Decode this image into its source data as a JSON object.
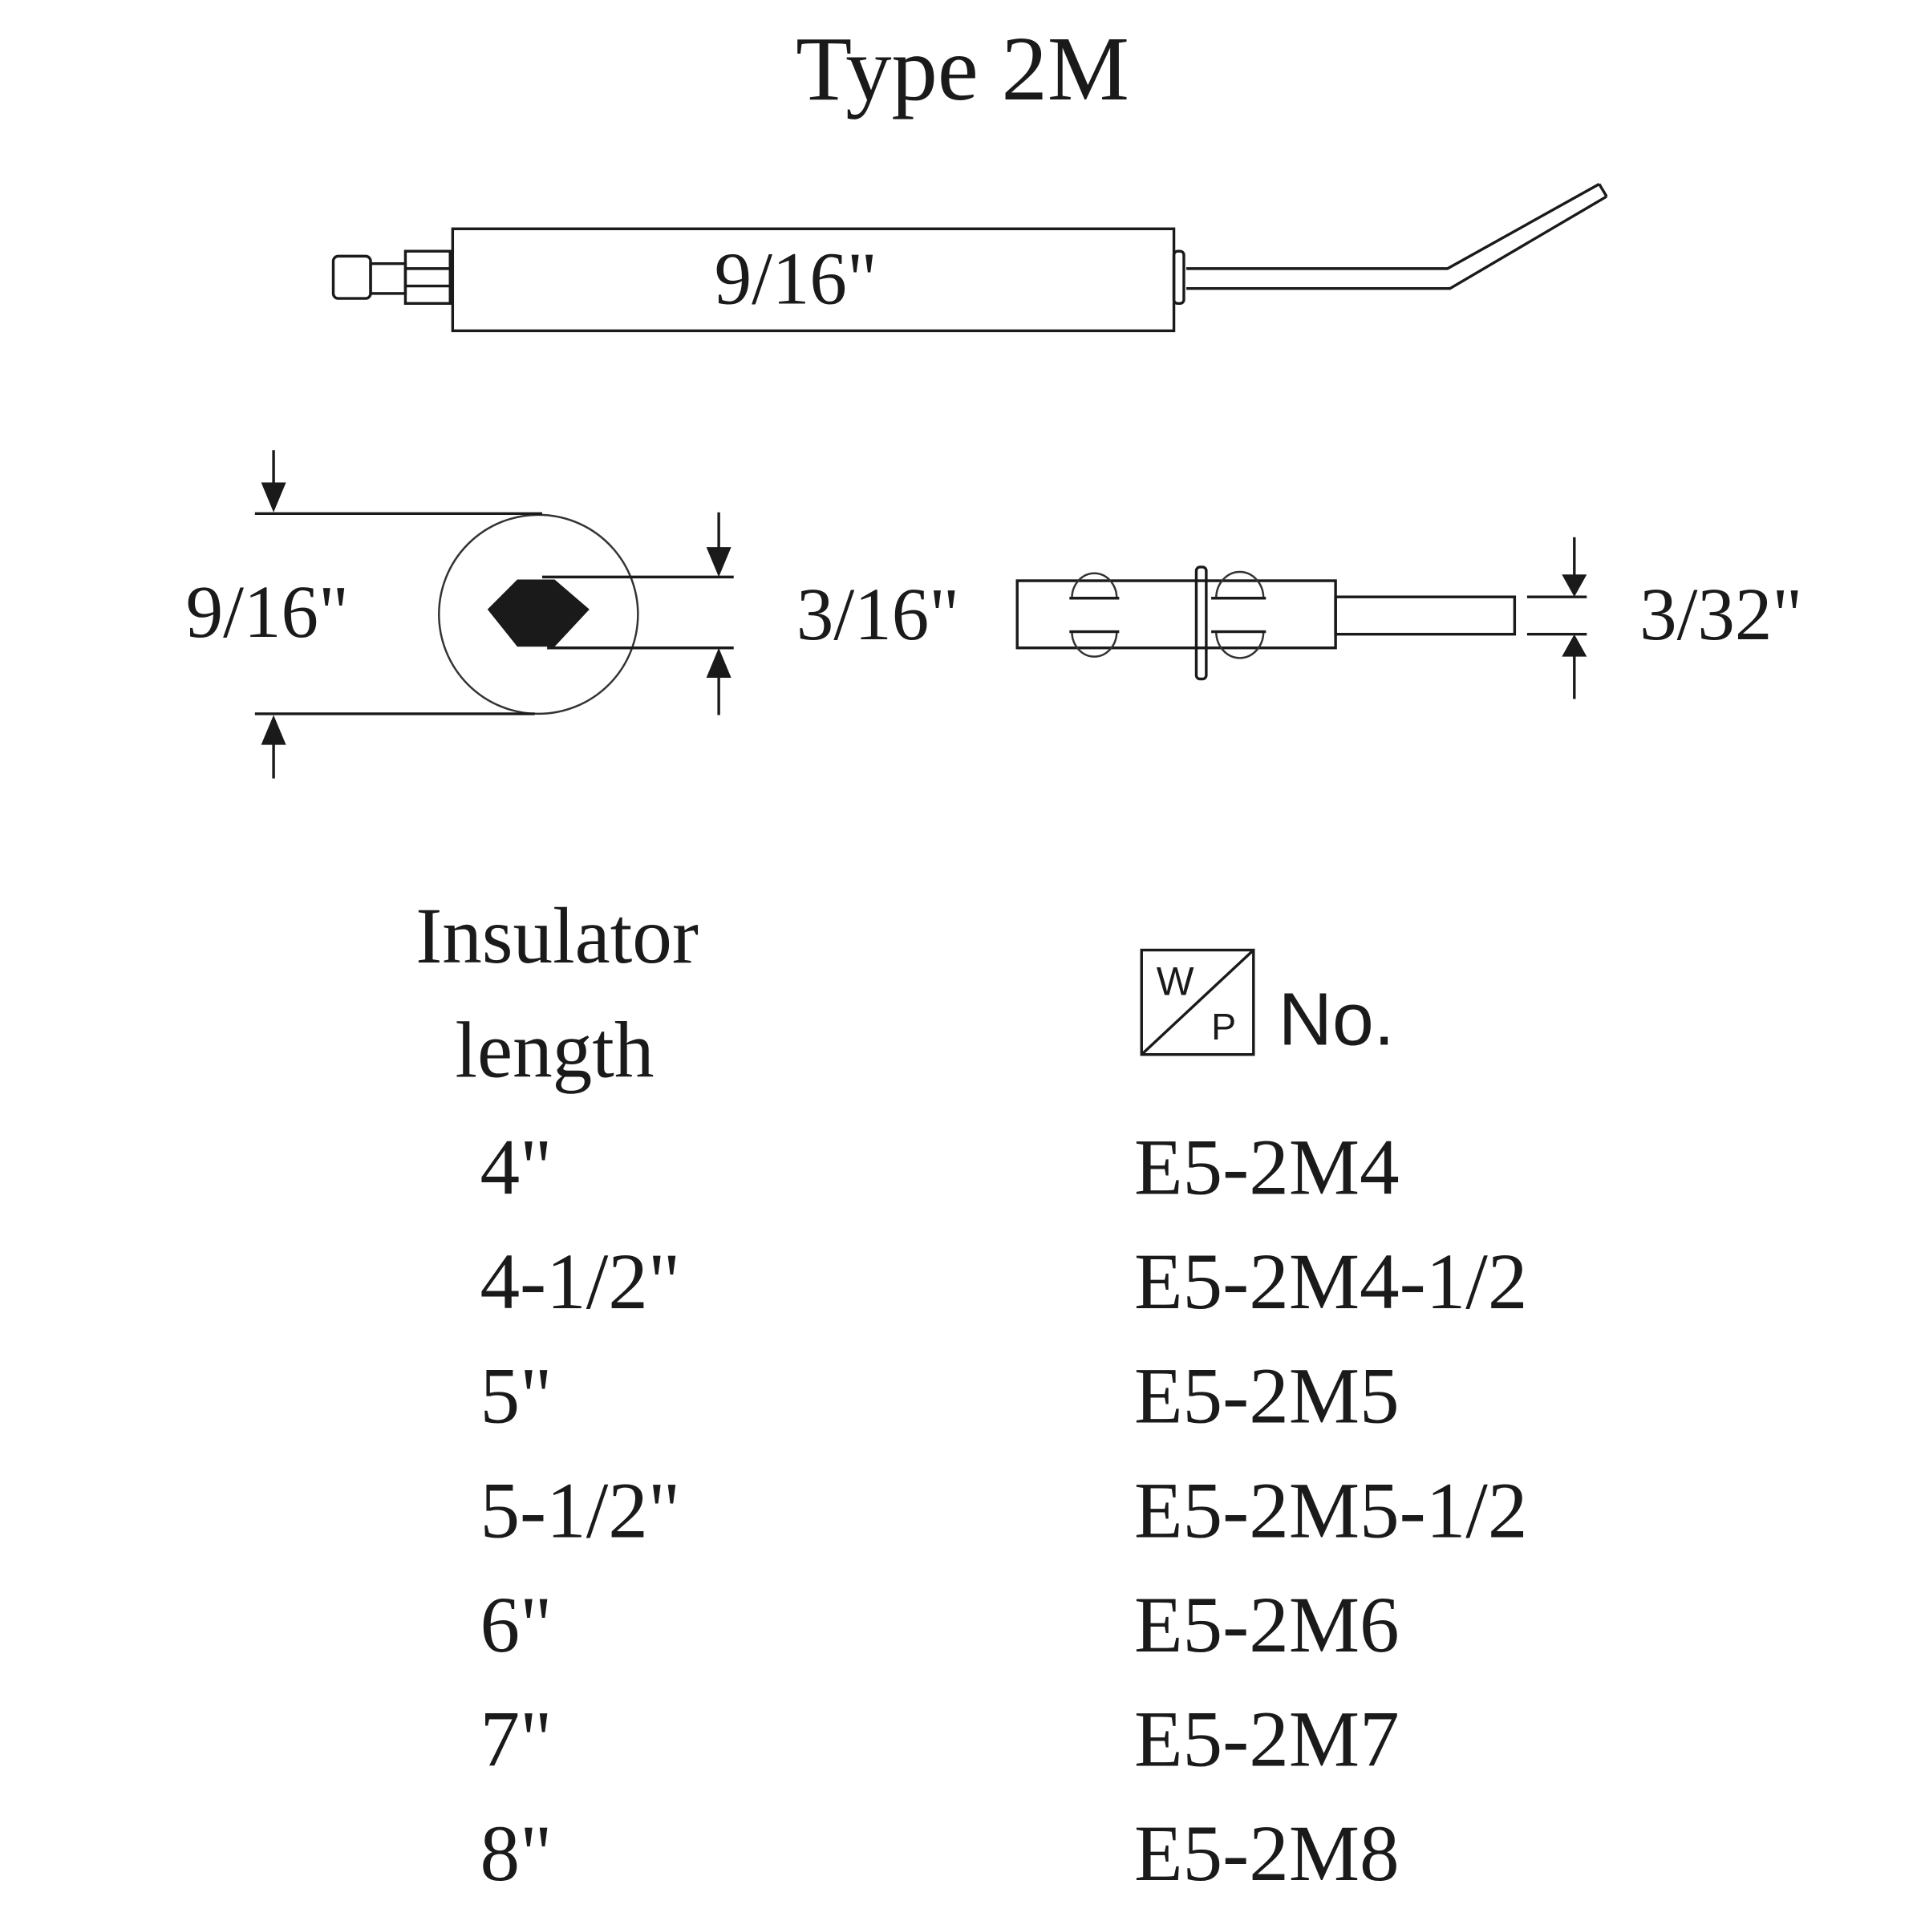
{
  "title": "Type 2M",
  "side_view": {
    "insulator_dimension": "9/16\""
  },
  "end_view": {
    "outer_diameter": "9/16\"",
    "electrode_dimension": "3/16\""
  },
  "terminal_view": {
    "wire_dimension": "3/32\""
  },
  "table": {
    "headers": {
      "length_line1": "Insulator",
      "length_line2": "length",
      "logo_top": "W",
      "logo_bottom": "P",
      "number": "No."
    },
    "rows": [
      {
        "length": "4\"",
        "part": "E5-2M4"
      },
      {
        "length": "4-1/2\"",
        "part": "E5-2M4-1/2"
      },
      {
        "length": "5\"",
        "part": "E5-2M5"
      },
      {
        "length": "5-1/2\"",
        "part": "E5-2M5-1/2"
      },
      {
        "length": "6\"",
        "part": "E5-2M6"
      },
      {
        "length": "7\"",
        "part": "E5-2M7"
      },
      {
        "length": "8\"",
        "part": "E5-2M8"
      }
    ]
  }
}
